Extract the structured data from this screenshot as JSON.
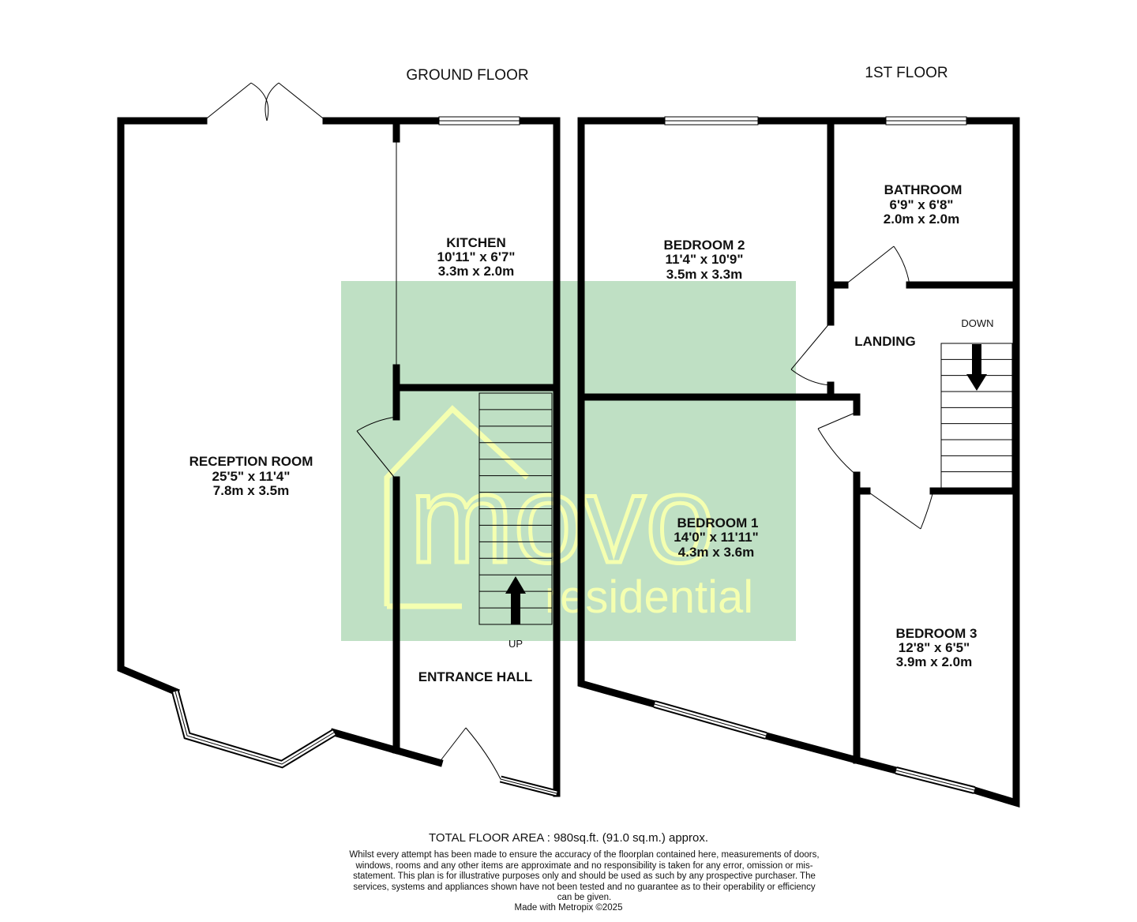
{
  "floors": {
    "ground": {
      "title": "GROUND FLOOR"
    },
    "first": {
      "title": "1ST FLOOR"
    }
  },
  "rooms": {
    "reception": {
      "name": "RECEPTION ROOM",
      "imperial": "25'5\"  x 11'4\"",
      "metric": "7.8m  x 3.5m"
    },
    "kitchen": {
      "name": "KITCHEN",
      "imperial": "10'11\"  x 6'7\"",
      "metric": "3.3m  x 2.0m"
    },
    "entrance_hall": {
      "name": "ENTRANCE HALL"
    },
    "bedroom2": {
      "name": "BEDROOM 2",
      "imperial": "11'4\"  x 10'9\"",
      "metric": "3.5m  x 3.3m"
    },
    "bathroom": {
      "name": "BATHROOM",
      "imperial": "6'9\"  x 6'8\"",
      "metric": "2.0m  x 2.0m"
    },
    "landing": {
      "name": "LANDING"
    },
    "bedroom1": {
      "name": "BEDROOM 1",
      "imperial": "14'0\"  x 11'11\"",
      "metric": "4.3m  x 3.6m"
    },
    "bedroom3": {
      "name": "BEDROOM 3",
      "imperial": "12'8\"  x 6'5\"",
      "metric": "3.9m  x 2.0m"
    }
  },
  "stairs": {
    "up_label": "UP",
    "down_label": "DOWN"
  },
  "watermark": {
    "brand": "movo",
    "sub": "residential",
    "box_color": "#bfe0c4",
    "text_color": "#f4ffb0"
  },
  "footer": {
    "total_area": "TOTAL FLOOR AREA : 980sq.ft. (91.0 sq.m.) approx.",
    "disclaimer": "Whilst every attempt has been made to ensure the accuracy of the floorplan contained here, measurements of doors, windows, rooms and any other items are approximate and no responsibility is taken for any error, omission or mis-statement. This plan is for illustrative purposes only and should be used as such by any prospective purchaser. The services, systems and appliances shown have not been tested and no guarantee as to their operability or efficiency can be given.",
    "credit": "Made with Metropix ©2025"
  }
}
